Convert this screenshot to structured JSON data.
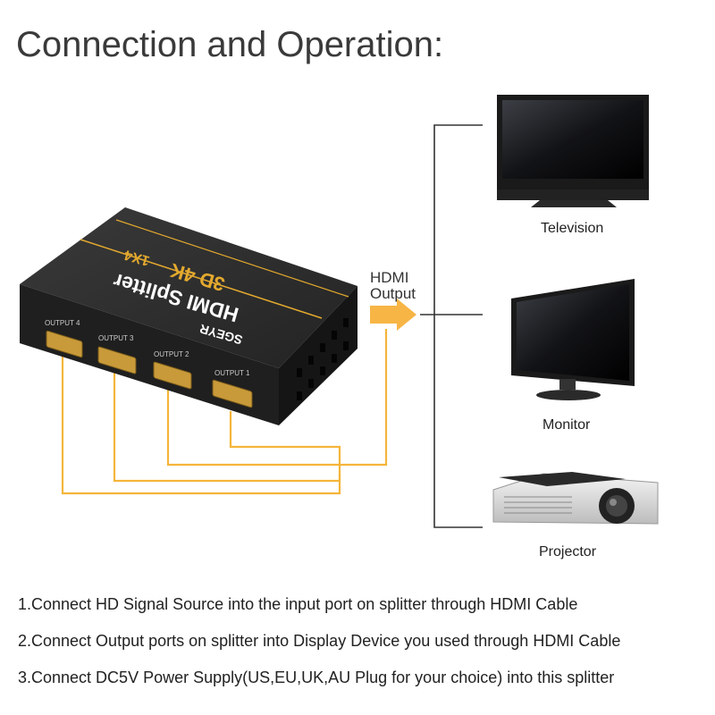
{
  "title": "Connection and Operation:",
  "splitter": {
    "brand": "SGEYR",
    "name": "HDMI Splitter",
    "spec1": "3D 4K",
    "spec2": "1X4",
    "ports": [
      "OUTPUT 4",
      "OUTPUT 3",
      "OUTPUT 2",
      "OUTPUT 1"
    ]
  },
  "hdmi_output": {
    "line1": "HDMI",
    "line2": "Output"
  },
  "devices": [
    {
      "label": "Television",
      "icon": "television-icon"
    },
    {
      "label": "Monitor",
      "icon": "monitor-icon"
    },
    {
      "label": "Projector",
      "icon": "projector-icon"
    }
  ],
  "steps": [
    "1.Connect HD Signal Source into the input port on splitter through HDMI Cable",
    "2.Connect Output ports on splitter into Display Device you used through HDMI Cable",
    "3.Connect DC5V Power Supply(US,EU,UK,AU Plug for your choice) into this splitter"
  ],
  "colors": {
    "cable": "#f5b53a",
    "arrow": "#f7b545",
    "splitter": "#2a2a2a",
    "accent_text": "#e3a92e"
  }
}
